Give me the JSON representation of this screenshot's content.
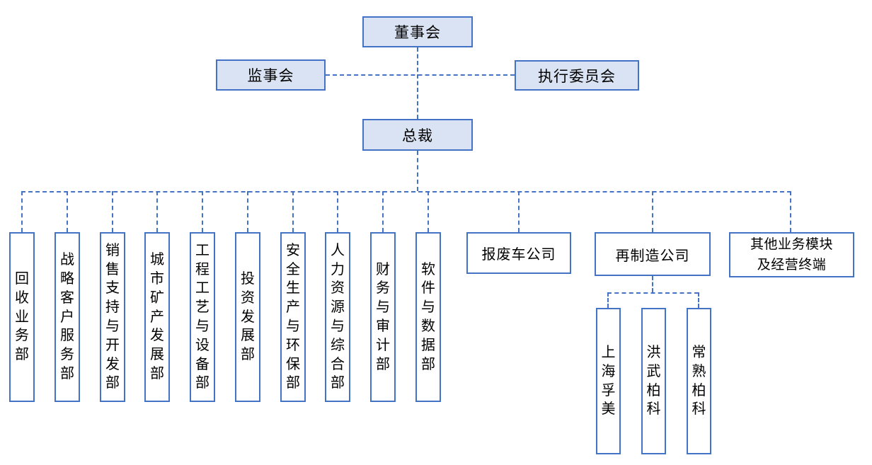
{
  "nodes": {
    "board": {
      "label": "董事会"
    },
    "supervisory_board": {
      "label": "监事会"
    },
    "executive_committee": {
      "label": "执行委员会"
    },
    "president": {
      "label": "总裁"
    },
    "departments": [
      {
        "label": "回收业务部"
      },
      {
        "label": "战略客户服务部"
      },
      {
        "label": "销售支持与开发部"
      },
      {
        "label": "城市矿产发展部"
      },
      {
        "label": "工程工艺与设备部"
      },
      {
        "label": "投资发展部"
      },
      {
        "label": "安全生产与环保部"
      },
      {
        "label": "人力资源与综合部"
      },
      {
        "label": "财务与审计部"
      },
      {
        "label": "软件与数据部"
      }
    ],
    "business_units": [
      {
        "label": "报废车公司"
      },
      {
        "label": "再制造公司"
      },
      {
        "label": "其他业务模块\n及经营终端"
      }
    ],
    "remanufacturing_children": [
      {
        "label": "上海孚美"
      },
      {
        "label": "洪武柏科"
      },
      {
        "label": "常熟柏科"
      }
    ]
  },
  "colors": {
    "box_border": "#4472C4",
    "connector_line": "#4472C4",
    "top_box_fill": "#DAE3F3",
    "background": "#FFFFFF",
    "text": "#000000"
  }
}
